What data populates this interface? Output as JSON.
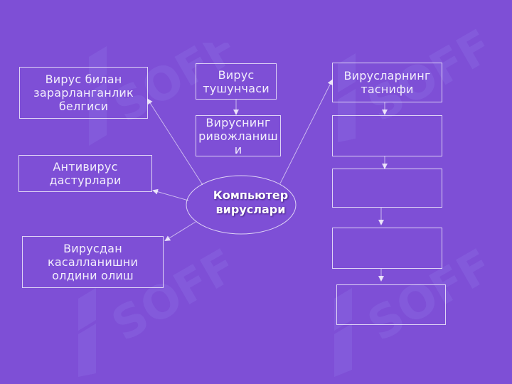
{
  "diagram": {
    "center": {
      "label": "Компьютер\nвируслари"
    },
    "left_boxes": [
      {
        "label": "Вирус билан\nзарарланганлик\nбелгиси"
      },
      {
        "label": "Антивирус\nдастурлари"
      },
      {
        "label": "Вирусдан\nкасалланишни\nолдини олиш"
      }
    ],
    "middle_boxes": [
      {
        "label": "Вирус\nтушунчаси"
      },
      {
        "label": "Вируснинг\nривожланиш\nи"
      }
    ],
    "right_boxes": [
      {
        "label": "Вирусларнинг\nтаснифи"
      },
      {
        "label": ""
      },
      {
        "label": ""
      },
      {
        "label": ""
      },
      {
        "label": ""
      }
    ]
  },
  "watermark": {
    "text": "SOFF"
  },
  "colors": {
    "background": "#7e4fd6",
    "stroke": "#ffffff",
    "text": "#f2eefc",
    "watermark": "#a9a9ff"
  }
}
